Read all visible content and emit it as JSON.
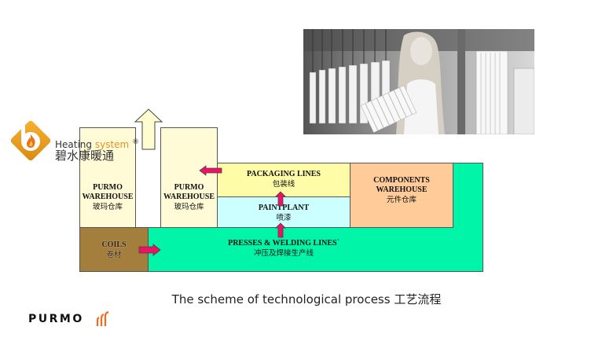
{
  "logo": {
    "brand_text": "Heating",
    "brand_text_accent": "system",
    "registered_mark": "®",
    "chinese_name": "碧水康暖通",
    "icon": "flame-icon",
    "accent_color": "#e8a020"
  },
  "photo": {
    "icon": "photo-woman-radiators"
  },
  "diagram": {
    "blocks": {
      "warehouse_left": {
        "en_line1": "PURMO",
        "en_line2": "WAREHOUSE",
        "cn": "玻玛仓库",
        "color": "#fffbd6"
      },
      "warehouse_right": {
        "en_line1": "PURMO",
        "en_line2": "WAREHOUSE",
        "cn": "玻玛仓库",
        "color": "#fffbd6"
      },
      "packaging": {
        "en": "PACKAGING LINES",
        "cn": "包装线",
        "color": "#fffca8"
      },
      "paintplant": {
        "en": "PAINTPLANT",
        "cn": "喷漆",
        "color": "#ccffff"
      },
      "components": {
        "en_line1": "COMPONENTS",
        "en_line2": "WAREHOUSE",
        "cn": "元件仓库",
        "color": "#ffcc99"
      },
      "coils": {
        "en": "COILS",
        "cn": "卷材",
        "color": "#a47e3c"
      },
      "presses": {
        "en": "PRESSES & WELDING LINES`",
        "cn": "冲压及焊接生产线",
        "color": "#00f5a8"
      }
    },
    "arrow_color": "#ee1166",
    "outflow_arrow_color": "#fffcd0"
  },
  "caption": "The scheme of technological process 工艺流程",
  "footer": {
    "brand": "PURMO",
    "brand_color": "#111111",
    "mark_color": "#f26a1b"
  }
}
